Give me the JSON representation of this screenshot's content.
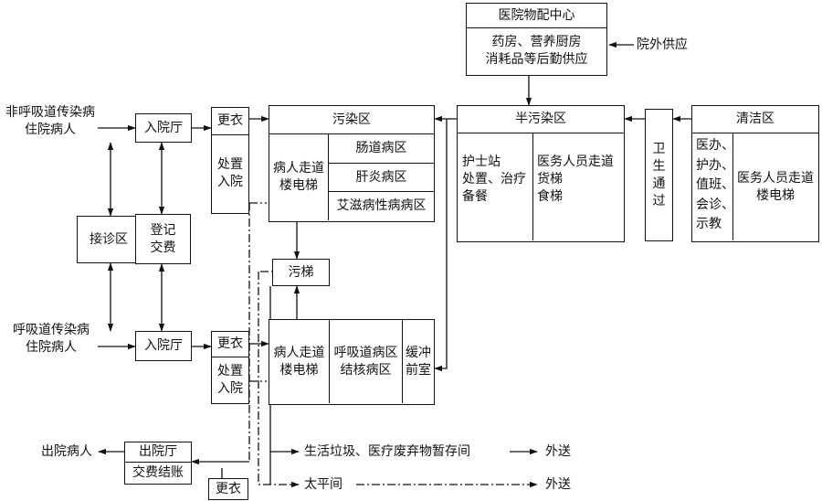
{
  "inputs": {
    "non_resp_patients": "非呼吸道传染病\n住院病人",
    "resp_patients": "呼吸道传染病\n住院病人",
    "outside_supply": "院外供应"
  },
  "supply_center": {
    "title": "医院物配中心",
    "content": "药房、营养厨房\n消耗品等后勤供应"
  },
  "admission": {
    "top": "入院厅",
    "bottom": "入院厅"
  },
  "reception": "接诊区",
  "registration": "登记\n交费",
  "changing": {
    "label": "更衣",
    "process": "处置\n入院"
  },
  "contaminated_zone": {
    "title": "污染区",
    "elevator": "病人走道\n楼电梯",
    "wards": [
      "肠道病区",
      "肝炎病区",
      "艾滋病性病病区"
    ]
  },
  "dirty_elevator": "污梯",
  "resp_block": {
    "elevator": "病人走道\n楼电梯",
    "wards": "呼吸道病区\n结核病区",
    "buffer": "缓冲\n前室"
  },
  "semi_zone": {
    "title": "半污染区",
    "left": "护士站\n处置、治疗\n备餐",
    "right": "医务人员走道\n货梯\n食梯"
  },
  "hygiene_pass": "卫\n生\n通\n过",
  "clean_zone": {
    "title": "清洁区",
    "left": "医办、\n护办、\n值班、\n会诊、\n示教",
    "right": "医务人员走道\n楼电梯"
  },
  "discharge": {
    "hall": "出院厅",
    "checkout": "交费结账",
    "discharged": "出院病人",
    "changing": "更衣"
  },
  "waste": {
    "storage": "生活垃圾、医疗废弃物暂存间",
    "morgue": "太平间",
    "out1": "外送",
    "out2": "外送"
  }
}
